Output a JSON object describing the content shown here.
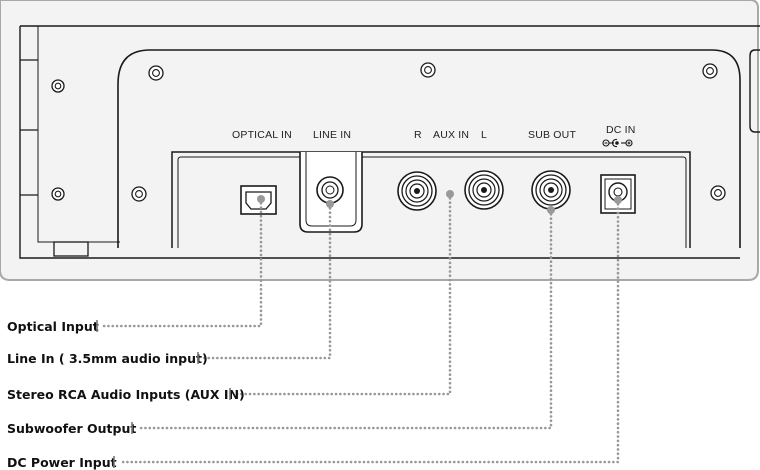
{
  "panel_labels": {
    "optical_in": "OPTICAL IN",
    "line_in": "LINE IN",
    "aux_r": "R",
    "aux_in": "AUX IN",
    "aux_l": "L",
    "sub_out": "SUB OUT",
    "dc_in": "DC IN"
  },
  "callouts": {
    "optical": "Optical Input",
    "line_in": "Line In ( 3.5mm audio input)",
    "aux": "Stereo RCA Audio Inputs (AUX IN)",
    "subwoofer": "Subwoofer Output",
    "dc_power": "DC Power Input"
  },
  "colors": {
    "device_fill": "#f3f3f3",
    "outline": "#1a1a1a",
    "leader": "#999999"
  }
}
